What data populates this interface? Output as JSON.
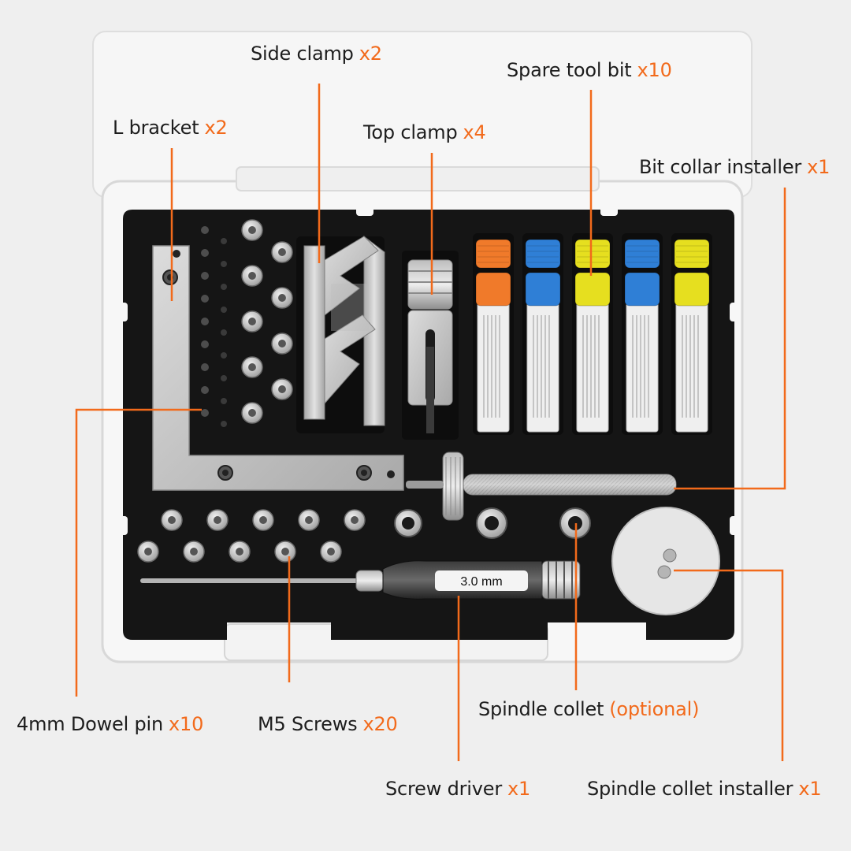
{
  "colors": {
    "accent": "#f26a1b",
    "label_text": "#1d1d1d",
    "background": "#efefef",
    "foam": "#151515",
    "aluminium": "#c8c8c8",
    "case_plastic": "#f6f6f6",
    "collar_orange": "#f07a2a",
    "collar_blue": "#2f7fd6",
    "collar_yellow": "#e6df1f"
  },
  "callouts": {
    "side_clamp": {
      "name": "Side clamp",
      "qty": "x2"
    },
    "spare_tool_bit": {
      "name": "Spare tool bit",
      "qty": "x10"
    },
    "l_bracket": {
      "name": "L bracket",
      "qty": "x2"
    },
    "top_clamp": {
      "name": "Top clamp",
      "qty": "x4"
    },
    "bit_collar_installer": {
      "name": "Bit collar installer",
      "qty": "x1"
    },
    "dowel_pin": {
      "name": "4mm Dowel pin",
      "qty": "x10"
    },
    "m5_screws": {
      "name": "M5 Screws",
      "qty": "x20"
    },
    "spindle_collet": {
      "name": "Spindle collet",
      "qty": "(optional)"
    },
    "screw_driver": {
      "name": "Screw driver",
      "qty": "x1"
    },
    "spindle_collet_installer": {
      "name": "Spindle collet installer",
      "qty": "x1"
    }
  },
  "screwdriver_size_label": "3.0 mm",
  "bit_collar_colors": [
    "orange",
    "blue",
    "yellow",
    "blue",
    "yellow"
  ]
}
